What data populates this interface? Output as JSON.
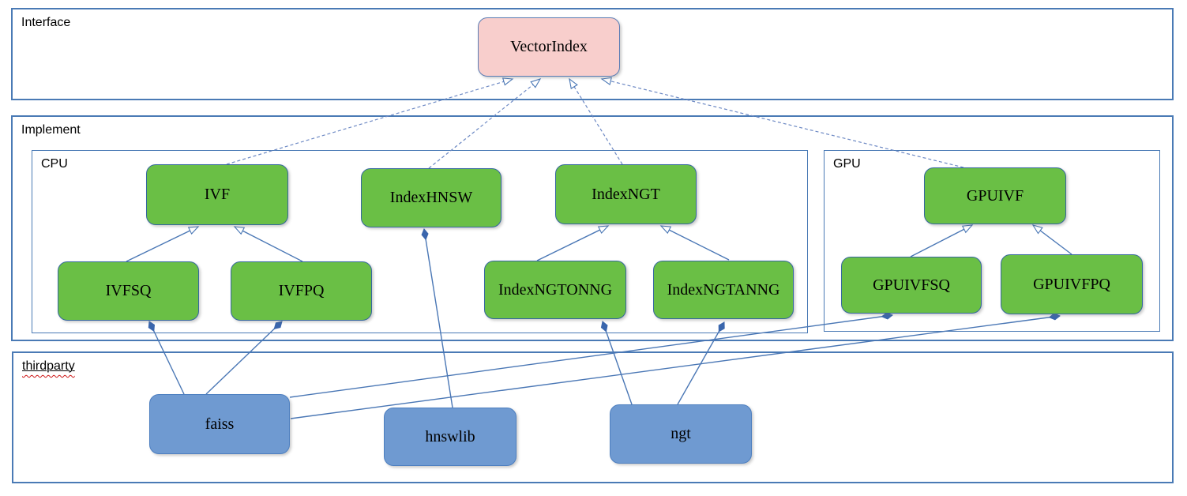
{
  "containers": {
    "interface": "Interface",
    "implement": "Implement",
    "cpu": "CPU",
    "gpu": "GPU",
    "thirdparty": "thirdparty"
  },
  "nodes": {
    "vectorindex": "VectorIndex",
    "ivf": "IVF",
    "indexhnsw": "IndexHNSW",
    "indexngt": "IndexNGT",
    "gpuivf": "GPUIVF",
    "ivfsq": "IVFSQ",
    "ivfpq": "IVFPQ",
    "indexngtonng": "IndexNGTONNG",
    "indexngtanng": "IndexNGTANNG",
    "gpuivfsq": "GPUIVFSQ",
    "gpuivfpq": "GPUIVFPQ",
    "faiss": "faiss",
    "hnswlib": "hnswlib",
    "ngt": "ngt"
  },
  "edges": [
    {
      "from": "IVF",
      "to": "VectorIndex",
      "type": "realization"
    },
    {
      "from": "IndexHNSW",
      "to": "VectorIndex",
      "type": "realization"
    },
    {
      "from": "IndexNGT",
      "to": "VectorIndex",
      "type": "realization"
    },
    {
      "from": "GPUIVF",
      "to": "VectorIndex",
      "type": "realization"
    },
    {
      "from": "IVFSQ",
      "to": "IVF",
      "type": "generalization"
    },
    {
      "from": "IVFPQ",
      "to": "IVF",
      "type": "generalization"
    },
    {
      "from": "IndexNGTONNG",
      "to": "IndexNGT",
      "type": "generalization"
    },
    {
      "from": "IndexNGTANNG",
      "to": "IndexNGT",
      "type": "generalization"
    },
    {
      "from": "GPUIVFSQ",
      "to": "GPUIVF",
      "type": "generalization"
    },
    {
      "from": "GPUIVFPQ",
      "to": "GPUIVF",
      "type": "generalization"
    },
    {
      "from": "faiss",
      "to": "IVFSQ",
      "type": "composition"
    },
    {
      "from": "faiss",
      "to": "IVFPQ",
      "type": "composition"
    },
    {
      "from": "faiss",
      "to": "GPUIVFSQ",
      "type": "composition"
    },
    {
      "from": "faiss",
      "to": "GPUIVFPQ",
      "type": "composition"
    },
    {
      "from": "hnswlib",
      "to": "IndexHNSW",
      "type": "composition"
    },
    {
      "from": "ngt",
      "to": "IndexNGTONNG",
      "type": "composition"
    },
    {
      "from": "ngt",
      "to": "IndexNGTANNG",
      "type": "composition"
    }
  ],
  "colors": {
    "interface_node_fill": "#f8cecc",
    "implement_node_fill": "#6abf45",
    "thirdparty_node_fill": "#6f9ad1",
    "container_border": "#4a7ab5",
    "node_border": "#35679f",
    "edge_solid": "#4a77b5",
    "edge_dashed": "#6d89c4",
    "diamond_fill": "#3a66ad"
  }
}
